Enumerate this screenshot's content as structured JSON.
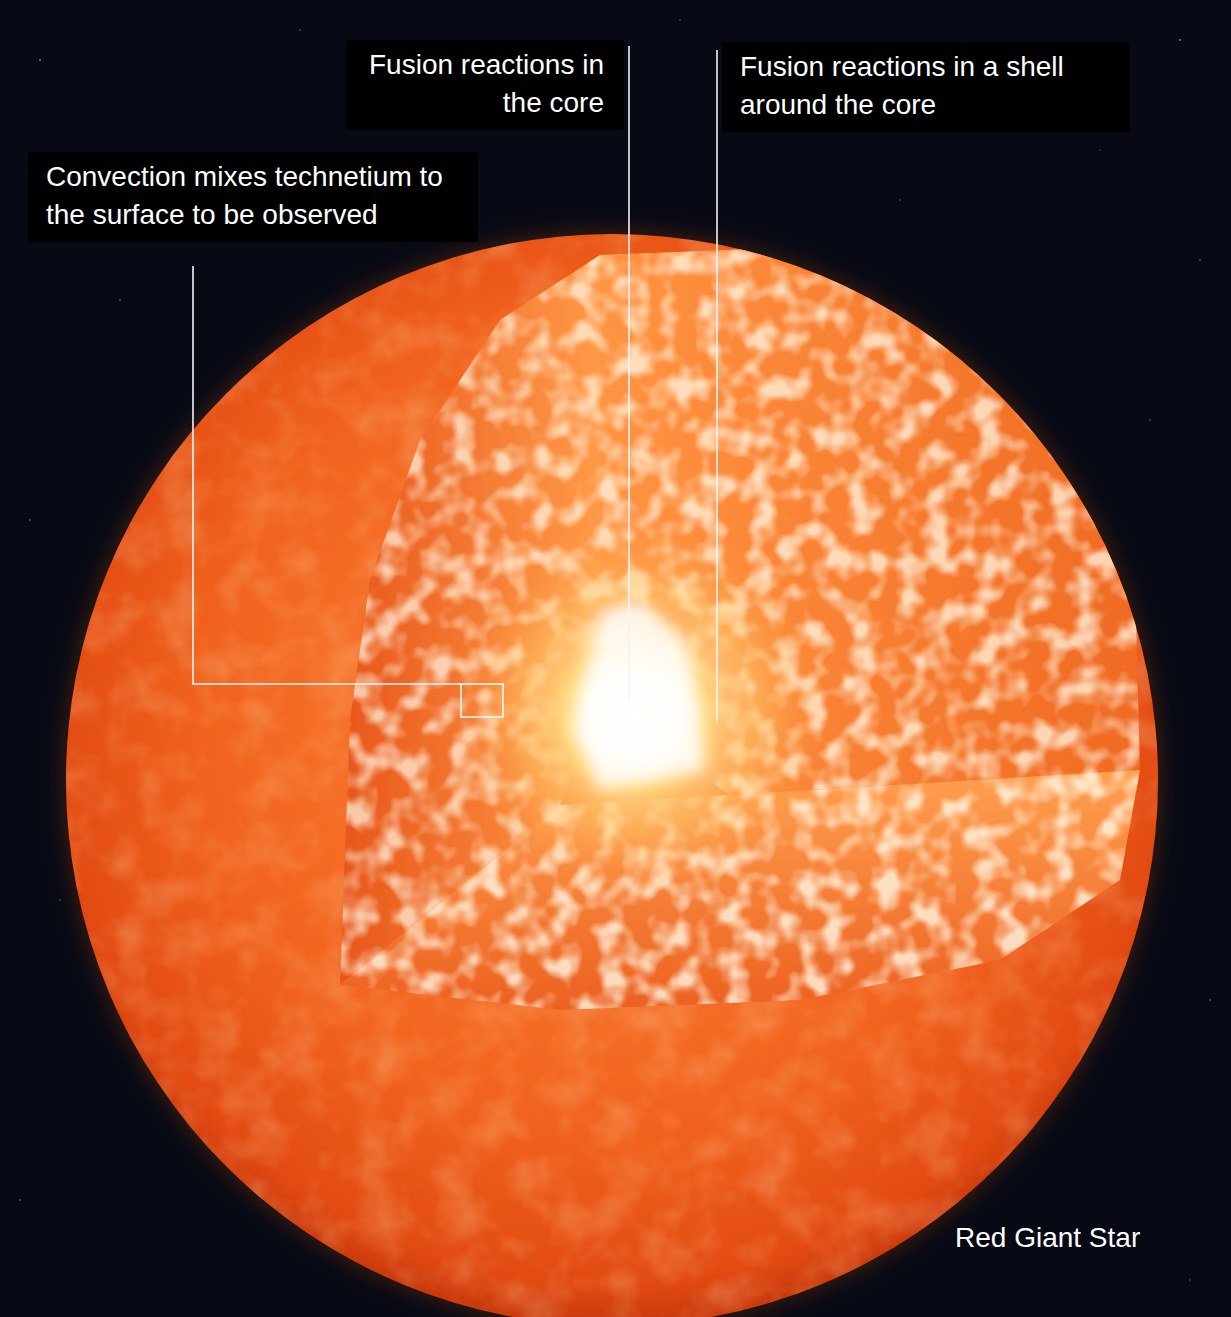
{
  "diagram": {
    "nodes": [
      {
        "text": [
          "Fusion reactions in the core"
        ]
      },
      {
        "text": [
          "Fusion reactions in a shell around the core"
        ]
      },
      {
        "text": [
          "Convection mixes technetium to the surface to be observed"
        ]
      }
    ],
    "labels": [
      "Red Giant Star"
    ]
  }
}
